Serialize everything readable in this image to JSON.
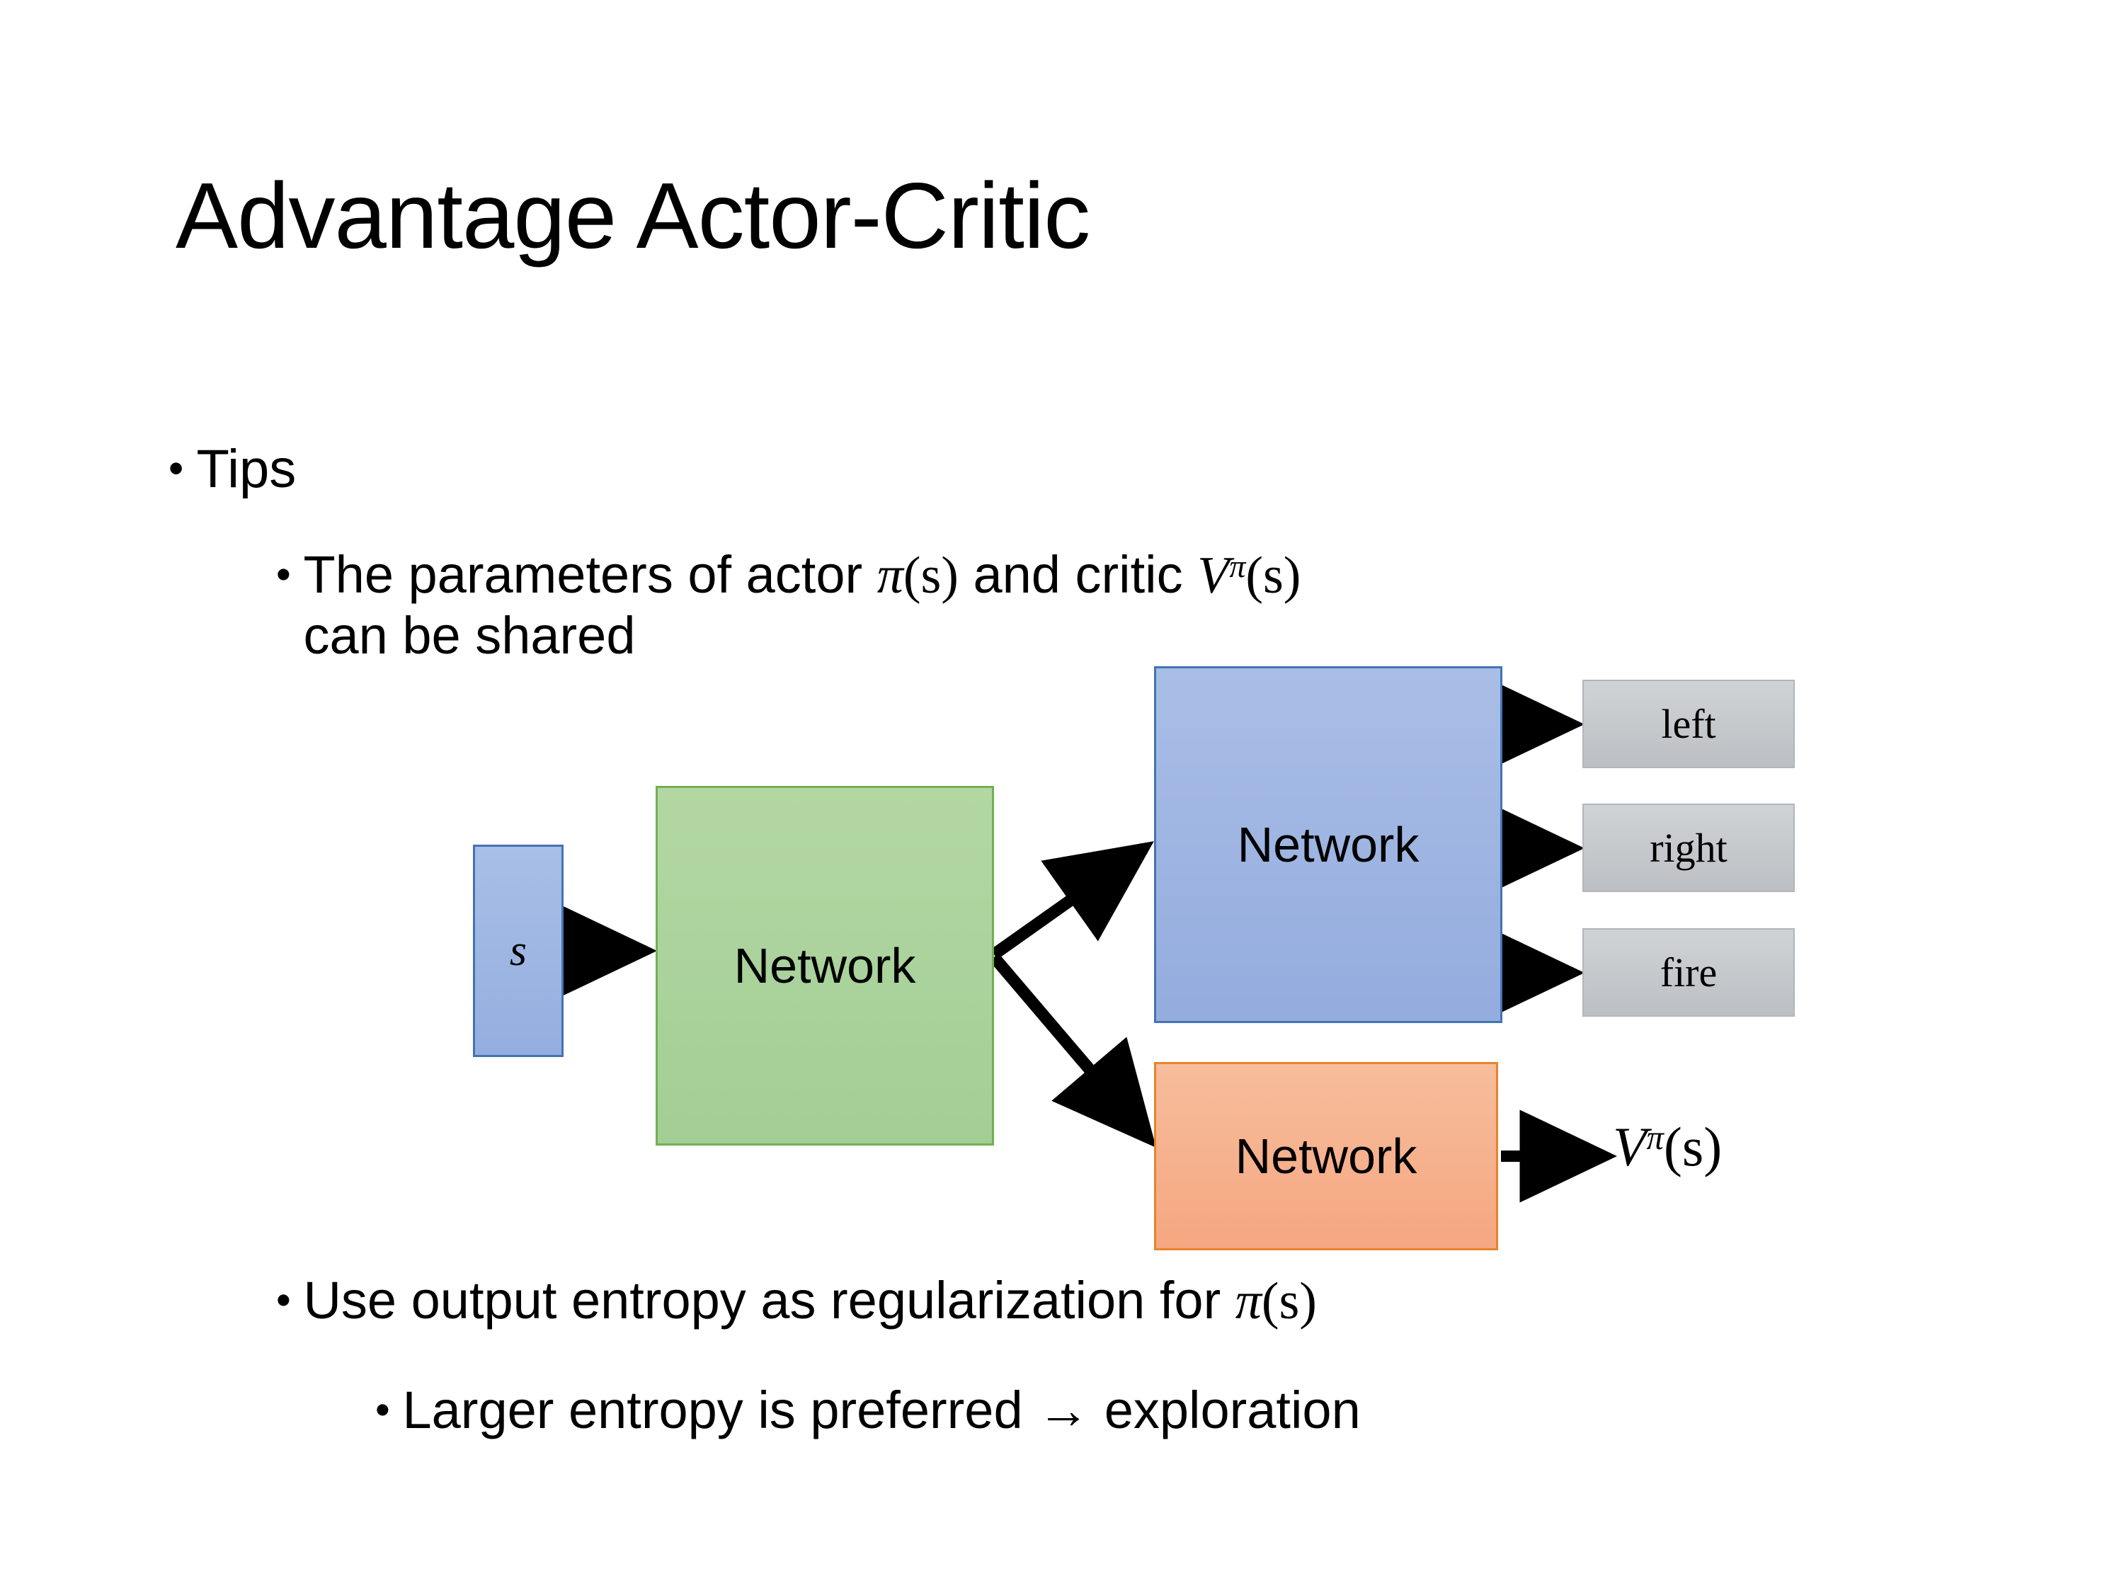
{
  "slide": {
    "title": "Advantage Actor-Critic",
    "background_color": "#FFFFFF"
  },
  "bullets": {
    "tips": {
      "marker": "•",
      "label": "Tips",
      "level": 1
    },
    "shared_params": {
      "marker": "•",
      "level": 2,
      "text_part1": "The parameters of actor ",
      "math1_base": "π",
      "math1_arg": "(s)",
      "text_part2": "  and critic ",
      "math2_base": "V",
      "math2_sup": "π",
      "math2_arg": "(s)",
      "text_part3": "can be shared"
    },
    "entropy": {
      "marker": "•",
      "level": 2,
      "text_part1": "Use output entropy as regularization for ",
      "math_base": "π",
      "math_arg": "(s)"
    },
    "exploration": {
      "marker": "•",
      "level": 3,
      "text": "Larger entropy is preferred → exploration"
    }
  },
  "diagram": {
    "state_box": {
      "label": "s",
      "fill": "#9DB5E3",
      "border": "#4472B6"
    },
    "shared_network": {
      "label": "Network",
      "fill": "#A9D199",
      "border": "#72B053"
    },
    "actor_network": {
      "label": "Network",
      "fill": "#9FB6E2",
      "border": "#4472B6"
    },
    "critic_network": {
      "label": "Network",
      "fill": "#F6B28C",
      "border": "#E8832C"
    },
    "action_boxes": [
      {
        "label": "left",
        "fill": "#C6CACE",
        "border": "#B2B6BA"
      },
      {
        "label": "right",
        "fill": "#C6CACE",
        "border": "#B2B6BA"
      },
      {
        "label": "fire",
        "fill": "#C6CACE",
        "border": "#B2B6BA"
      }
    ],
    "critic_output": {
      "base": "V",
      "sup": "π",
      "arg": "(s)"
    },
    "arrow_color": "#000000"
  }
}
